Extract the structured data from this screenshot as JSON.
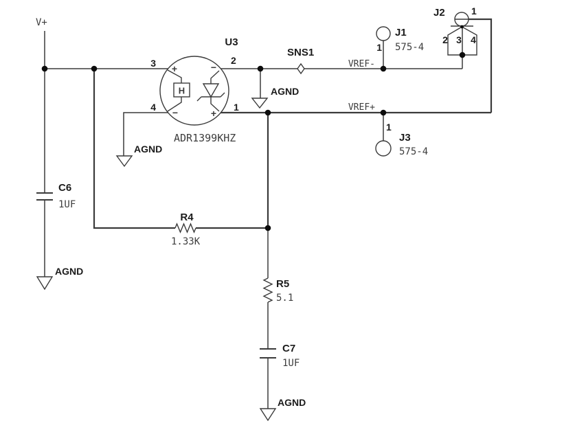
{
  "colors": {
    "background": "#ffffff",
    "wire": "#3a3a3a",
    "junction": "#0d0d0d",
    "label": "#1b1b1b",
    "value": "#3d3d3d"
  },
  "power_net": {
    "label": "V+"
  },
  "nets": {
    "agnd": "AGND",
    "sns1": "SNS1",
    "vref_minus": "VREF-",
    "vref_plus": "VREF+"
  },
  "u3": {
    "refdes": "U3",
    "part": "ADR1399KHZ",
    "heater_label": "H",
    "pin1": "1",
    "pin2": "2",
    "pin3": "3",
    "pin4": "4",
    "pol_top_left": "+",
    "pol_top_right": "−",
    "pol_bottom_left": "−",
    "pol_bottom_right": "+"
  },
  "c6": {
    "refdes": "C6",
    "value": "1UF"
  },
  "c7": {
    "refdes": "C7",
    "value": "1UF"
  },
  "r4": {
    "refdes": "R4",
    "value": "1.33K"
  },
  "r5": {
    "refdes": "R5",
    "value": "5.1"
  },
  "j1": {
    "refdes": "J1",
    "value": "575-4",
    "pin1": "1"
  },
  "j2": {
    "refdes": "J2",
    "pin1": "1",
    "pin2": "2",
    "pin3": "3",
    "pin4": "4"
  },
  "j3": {
    "refdes": "J3",
    "value": "575-4",
    "pin1": "1"
  }
}
